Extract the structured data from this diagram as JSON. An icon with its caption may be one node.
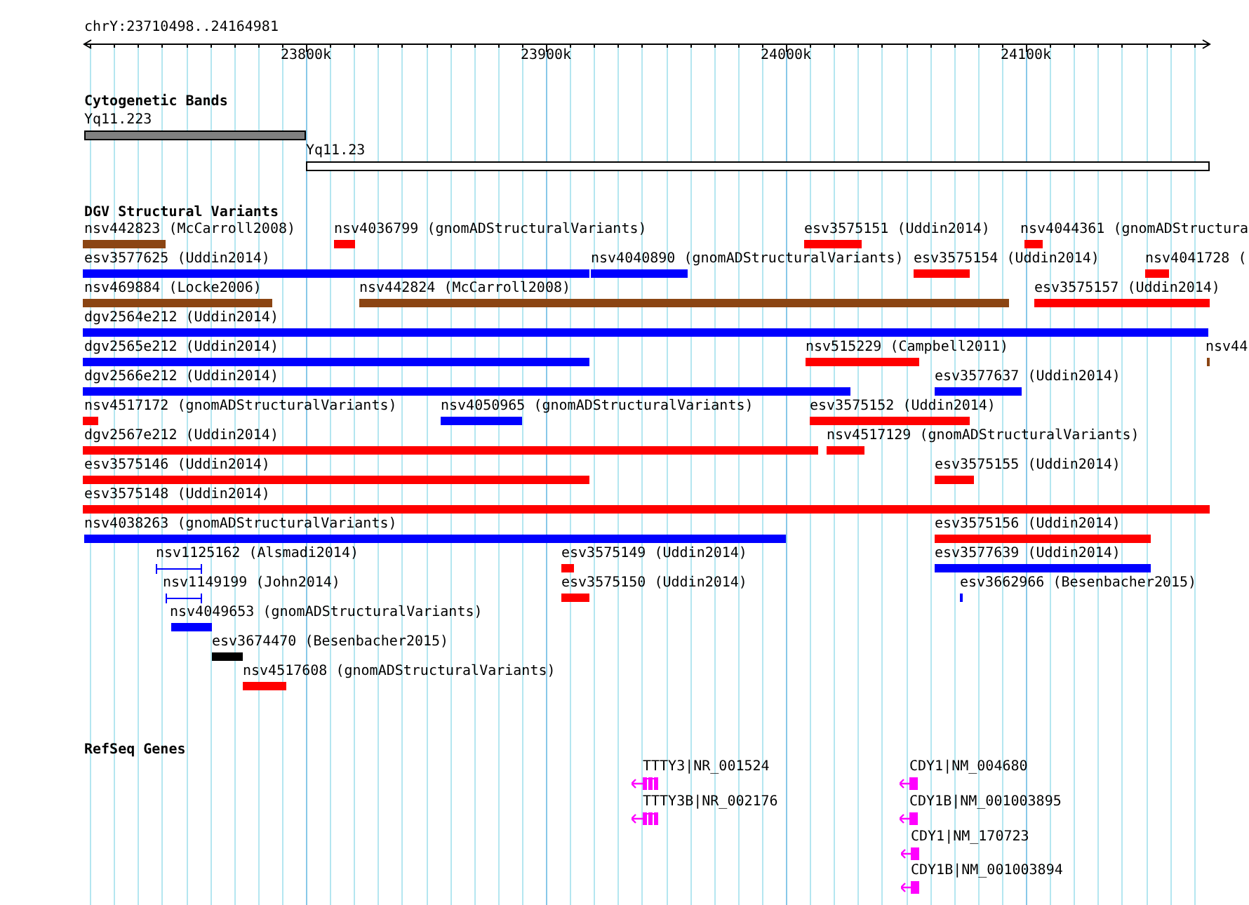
{
  "diagram": {
    "nodes": [
      {
        "text": [
          "Yq11.223"
        ]
      },
      {
        "text": [
          "Yq11.23"
        ]
      },
      {
        "text": [
          "nsv442823 (McCarroll2008)"
        ]
      },
      {
        "text": [
          "nsv4036799 (gnomADStructuralVariants)"
        ]
      },
      {
        "text": [
          "esv3575151 (Uddin2014)"
        ]
      },
      {
        "text": [
          "nsv4044361 (gnomADStructura"
        ]
      },
      {
        "text": [
          "esv3577625 (Uddin2014)"
        ]
      },
      {
        "text": [
          "nsv4040890 (gnomADStructuralVariants)"
        ]
      },
      {
        "text": [
          "esv3575154 (Uddin2014)"
        ]
      },
      {
        "text": [
          "nsv4041728 ("
        ]
      },
      {
        "text": [
          "nsv469884 (Locke2006)"
        ]
      },
      {
        "text": [
          "nsv442824 (McCarroll2008)"
        ]
      },
      {
        "text": [
          "esv3575157 (Uddin2014)"
        ]
      },
      {
        "text": [
          "dgv2564e212 (Uddin2014)"
        ]
      },
      {
        "text": [
          "dgv2565e212 (Uddin2014)"
        ]
      },
      {
        "text": [
          "nsv515229 (Campbell2011)"
        ]
      },
      {
        "text": [
          "nsv44"
        ]
      },
      {
        "text": [
          "dgv2566e212 (Uddin2014)"
        ]
      },
      {
        "text": [
          "esv3577637 (Uddin2014)"
        ]
      },
      {
        "text": [
          "nsv4517172 (gnomADStructuralVariants)"
        ]
      },
      {
        "text": [
          "nsv4050965 (gnomADStructuralVariants)"
        ]
      },
      {
        "text": [
          "esv3575152 (Uddin2014)"
        ]
      },
      {
        "text": [
          "dgv2567e212 (Uddin2014)"
        ]
      },
      {
        "text": [
          "nsv4517129 (gnomADStructuralVariants)"
        ]
      },
      {
        "text": [
          "esv3575146 (Uddin2014)"
        ]
      },
      {
        "text": [
          "esv3575155 (Uddin2014)"
        ]
      },
      {
        "text": [
          "esv3575148 (Uddin2014)"
        ]
      },
      {
        "text": [
          "nsv4038263 (gnomADStructuralVariants)"
        ]
      },
      {
        "text": [
          "esv3575156 (Uddin2014)"
        ]
      },
      {
        "text": [
          "nsv1125162 (Alsmadi2014)"
        ]
      },
      {
        "text": [
          "esv3575149 (Uddin2014)"
        ]
      },
      {
        "text": [
          "esv3577639 (Uddin2014)"
        ]
      },
      {
        "text": [
          "nsv1149199 (John2014)"
        ]
      },
      {
        "text": [
          "esv3575150 (Uddin2014)"
        ]
      },
      {
        "text": [
          "esv3662966 (Besenbacher2015)"
        ]
      },
      {
        "text": [
          "nsv4049653 (gnomADStructuralVariants)"
        ]
      },
      {
        "text": [
          "esv3674470 (Besenbacher2015)"
        ]
      },
      {
        "text": [
          "nsv4517608 (gnomADStructuralVariants)"
        ]
      },
      {
        "text": [
          "TTTY3|NR_001524"
        ]
      },
      {
        "text": [
          "CDY1|NM_004680"
        ]
      },
      {
        "text": [
          "TTTY3B|NR_002176"
        ]
      },
      {
        "text": [
          "CDY1B|NM_001003895"
        ]
      },
      {
        "text": [
          "CDY1|NM_170723"
        ]
      },
      {
        "text": [
          "CDY1B|NM_001003894"
        ]
      }
    ],
    "labels": [
      "chrY:23710498..24164981",
      "23800k",
      "23900k",
      "24000k",
      "24100k",
      "Cytogenetic Bands",
      "DGV Structural Variants",
      "RefSeq Genes"
    ]
  }
}
